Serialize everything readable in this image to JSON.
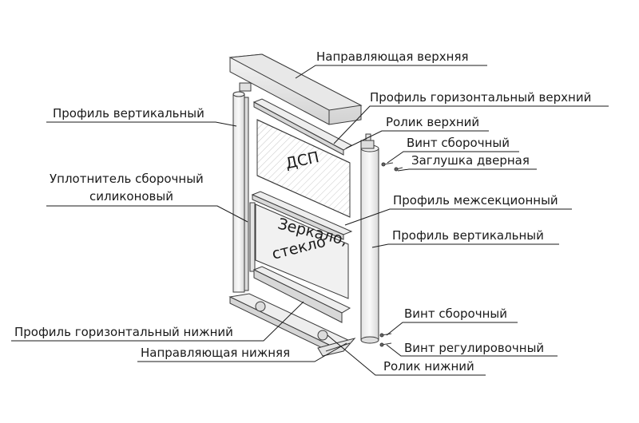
{
  "labels": {
    "guide_top": "Направляющая верхняя",
    "profile_vertical_left": "Профиль вертикальный",
    "profile_horizontal_top": "Профиль горизонтальный верхний",
    "roller_top": "Ролик верхний",
    "screw_assembly_top": "Винт сборочный",
    "door_plug": "Заглушка дверная",
    "seal_line1": "Уплотнитель сборочный",
    "seal_line2": "силиконовый",
    "profile_intersection": "Профиль межсекционный",
    "profile_vertical_right": "Профиль вертикальный",
    "screw_assembly_bottom": "Винт сборочный",
    "profile_horizontal_bottom": "Профиль горизонтальный нижний",
    "screw_adjusting": "Винт регулировочный",
    "guide_bottom": "Направляющая нижняя",
    "roller_bottom": "Ролик нижний"
  },
  "panels": {
    "chipboard": "ДСП",
    "mirror_line1": "Зеркало,",
    "mirror_line2": "стекло"
  }
}
